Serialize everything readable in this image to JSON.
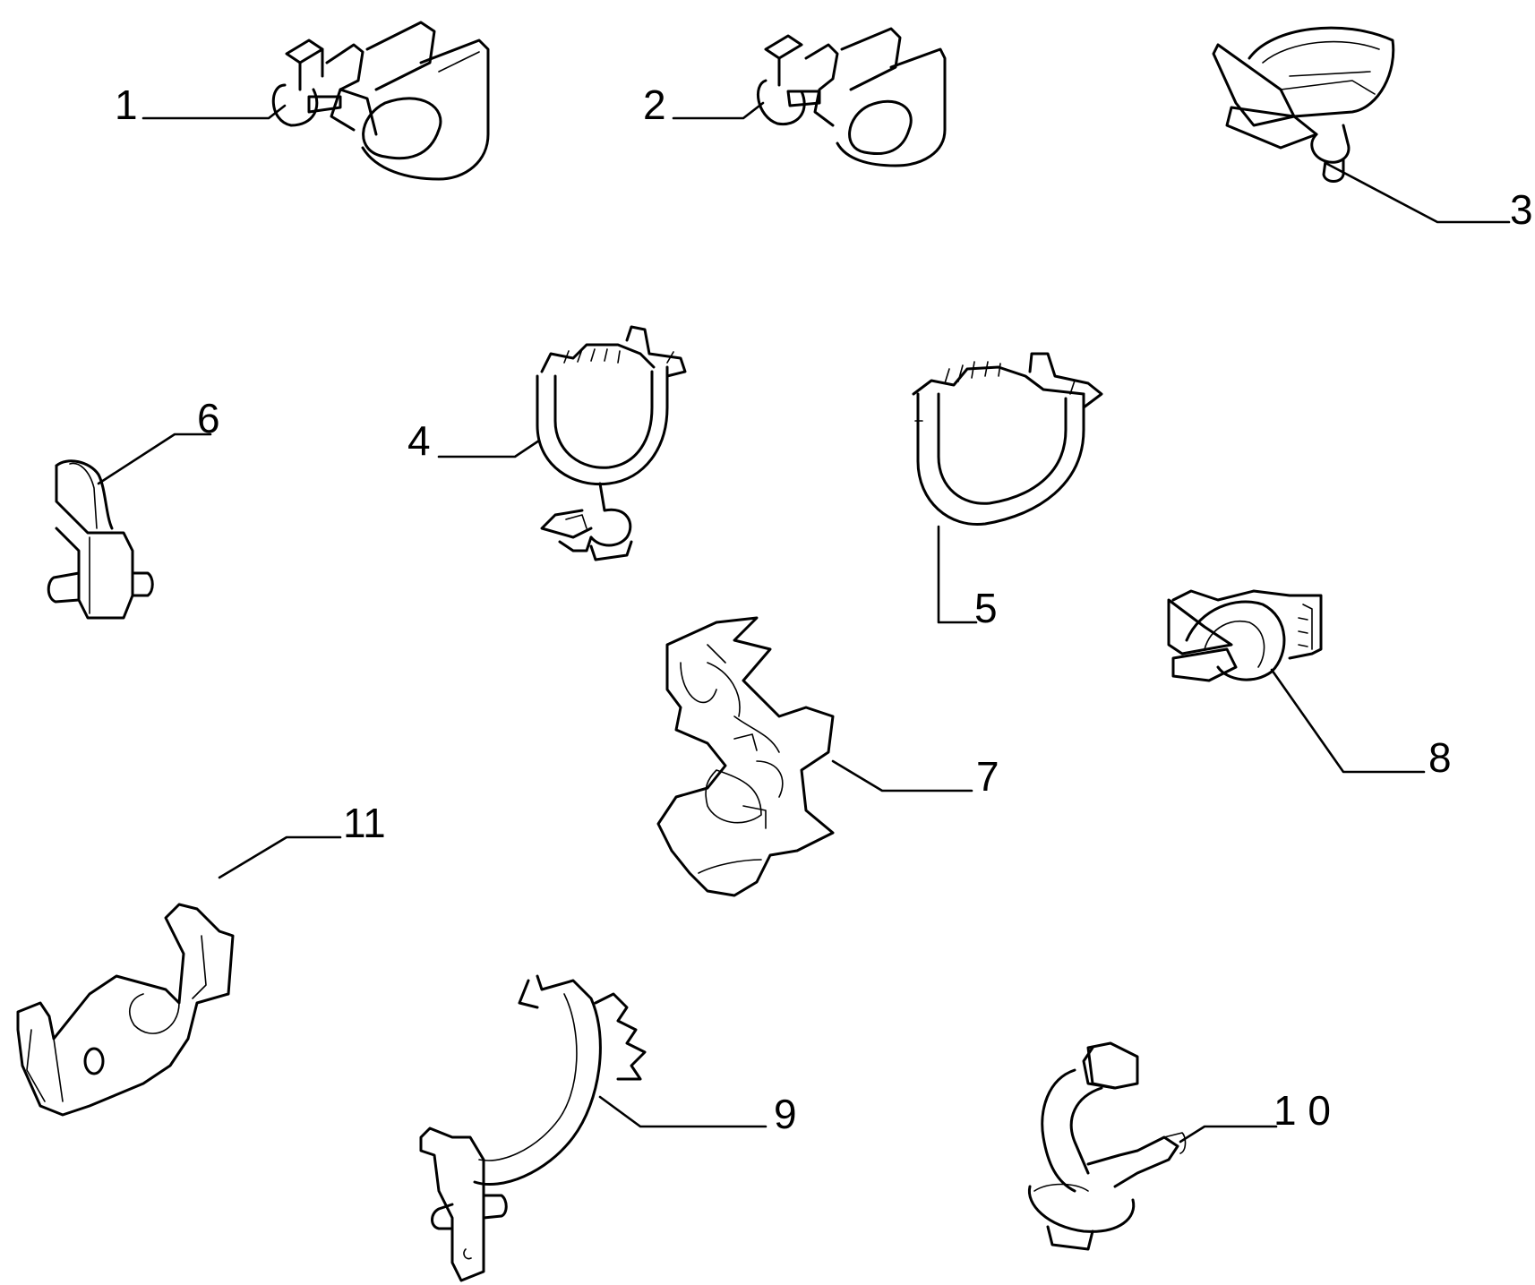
{
  "callouts": [
    {
      "id": 1,
      "label": "1"
    },
    {
      "id": 2,
      "label": "2"
    },
    {
      "id": 3,
      "label": "3"
    },
    {
      "id": 4,
      "label": "4"
    },
    {
      "id": 5,
      "label": "5"
    },
    {
      "id": 6,
      "label": "6"
    },
    {
      "id": 7,
      "label": "7"
    },
    {
      "id": 8,
      "label": "8"
    },
    {
      "id": 9,
      "label": "9"
    },
    {
      "id": 10,
      "label": "1 0"
    },
    {
      "id": 11,
      "label": "11"
    }
  ],
  "colors": {
    "ink": "#000000",
    "paper": "#ffffff"
  }
}
